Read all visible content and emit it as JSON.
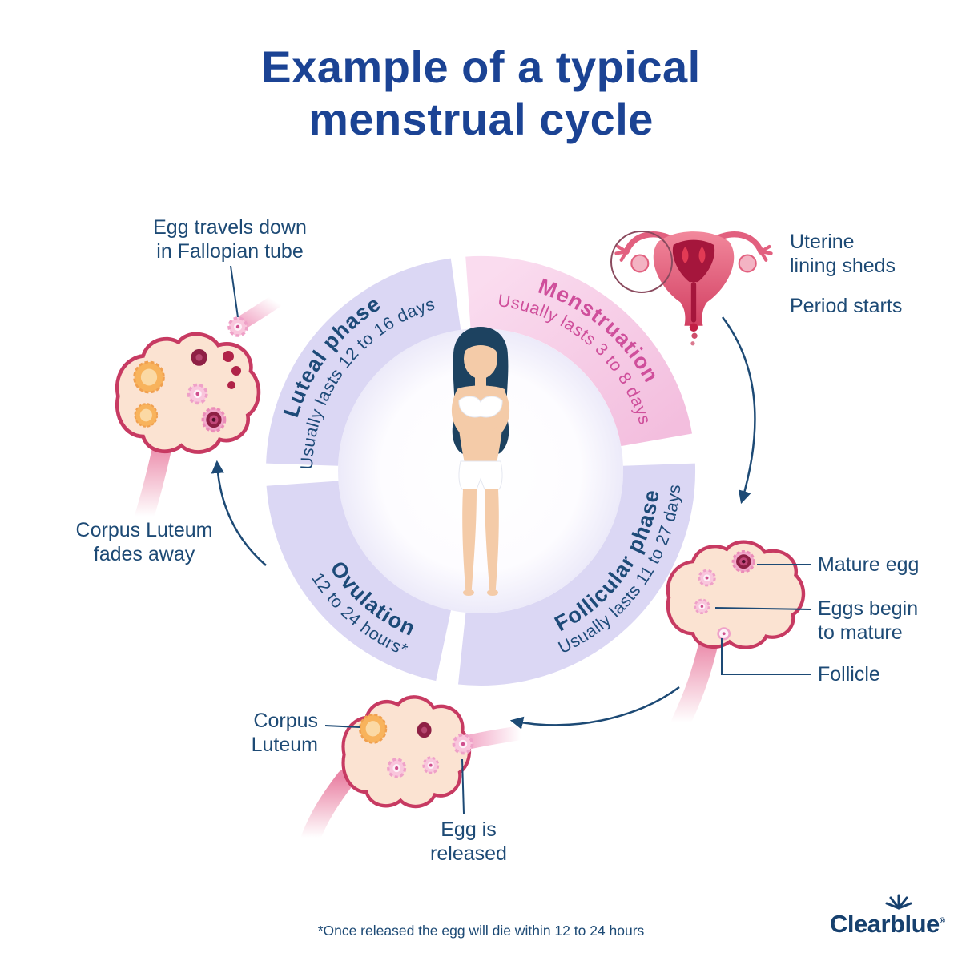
{
  "title": {
    "line1": "Example of a typical",
    "line2": "menstrual cycle"
  },
  "phases": {
    "menstruation": {
      "name": "Menstruation",
      "duration": "Usually lasts 3 to 8 days"
    },
    "follicular": {
      "name": "Follicular phase",
      "duration": "Usually lasts 11 to 27 days"
    },
    "ovulation": {
      "name": "Ovulation",
      "duration": "12 to 24 hours*"
    },
    "luteal": {
      "name": "Luteal phase",
      "duration": "Usually lasts 12 to 16 days"
    }
  },
  "callouts": {
    "egg_travels": {
      "line1": "Egg travels down",
      "line2": "in Fallopian tube"
    },
    "uterine_lining": {
      "line1": "Uterine",
      "line2": "lining sheds"
    },
    "period_starts": "Period starts",
    "mature_egg": "Mature egg",
    "eggs_begin": {
      "line1": "Eggs begin",
      "line2": "to mature"
    },
    "follicle": "Follicle",
    "corpus_luteum_fades": {
      "line1": "Corpus Luteum",
      "line2": "fades away"
    },
    "corpus_luteum": {
      "line1": "Corpus",
      "line2": "Luteum"
    },
    "egg_released": {
      "line1": "Egg is",
      "line2": "released"
    }
  },
  "footnote": "*Once released the egg will die within 12 to 24 hours",
  "brand": {
    "name": "Clearblue",
    "registered": "®"
  },
  "colors": {
    "title_blue": "#1b4394",
    "navy_text": "#1d4a75",
    "pink_text": "#cf4f9b",
    "ring_lavender": "#dbd7f4",
    "ring_pink": "#f7cde6",
    "ovary_outline": "#c73a62",
    "ovary_fill": "#fbe3d2",
    "uterus_red": "#d23f62"
  }
}
